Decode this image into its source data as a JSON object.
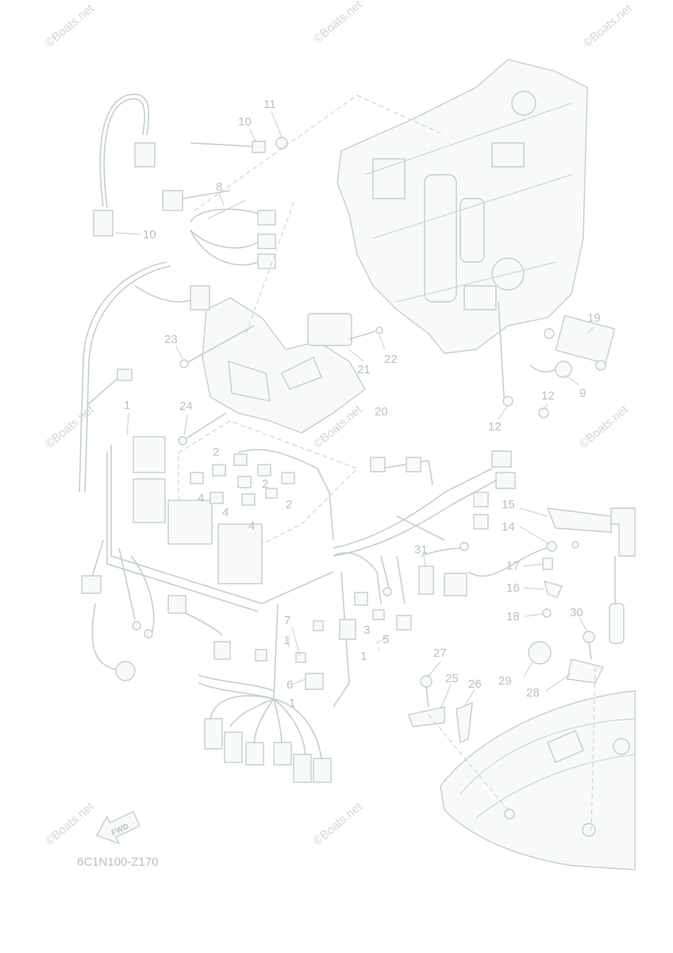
{
  "diagram": {
    "code": "6C1N100-Z170",
    "fwd_label": "FWD",
    "watermark": "©Boats.net",
    "colors": {
      "line": "#c3d0c9",
      "text": "#b4c4bd",
      "watermark": "#cdd8d2"
    },
    "callouts": [
      "1",
      "2",
      "3",
      "4",
      "5",
      "6",
      "7",
      "8",
      "9",
      "10",
      "11",
      "12",
      "14",
      "15",
      "16",
      "17",
      "18",
      "19",
      "20",
      "21",
      "22",
      "23",
      "24",
      "25",
      "26",
      "27",
      "28",
      "29",
      "30",
      "31"
    ]
  }
}
